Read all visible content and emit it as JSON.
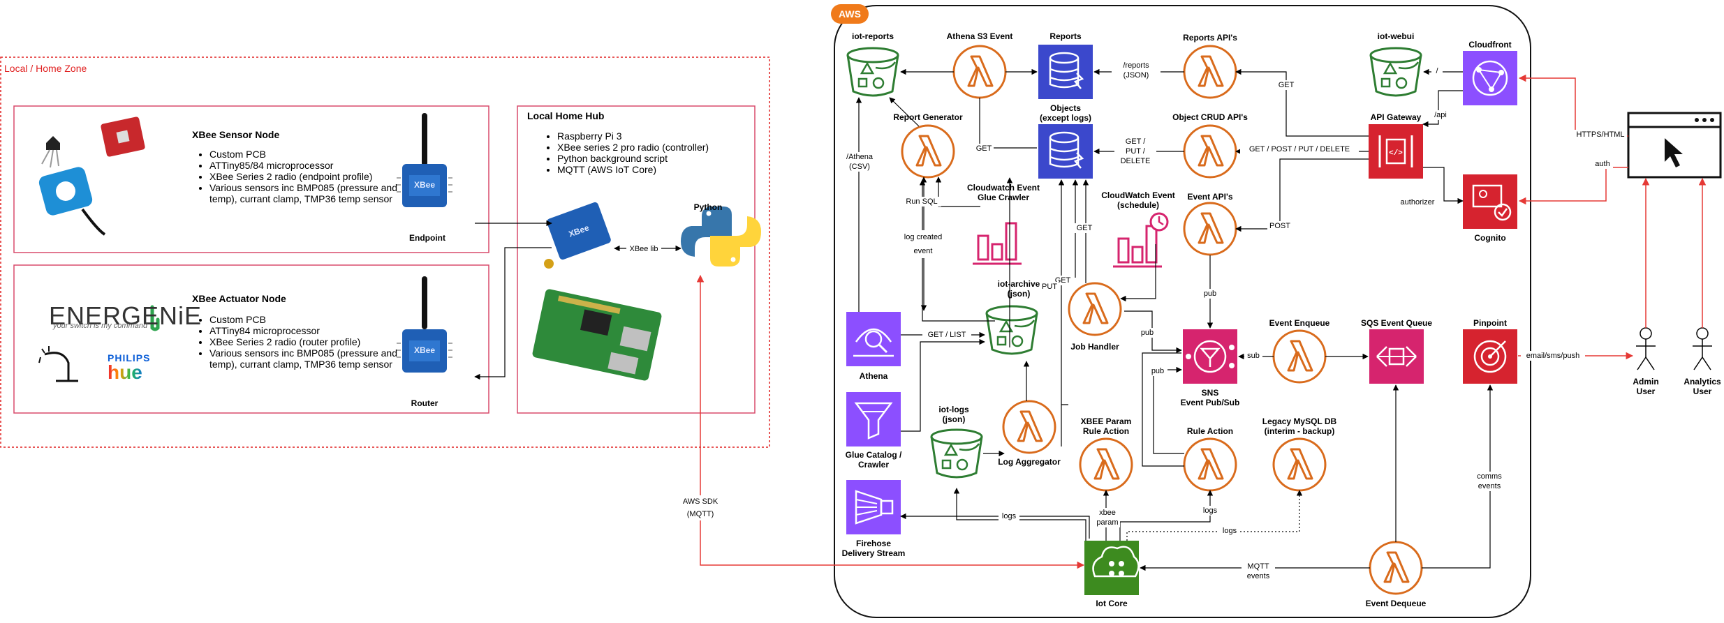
{
  "zone": {
    "title": "Local / Home Zone"
  },
  "sensor_node": {
    "title": "XBee Sensor Node",
    "bullets": [
      "Custom PCB",
      "ATTiny85/84 microprocessor",
      "XBee Series 2 radio (endpoint profile)",
      "Various sensors inc BMP085 (pressure and temp), currant clamp, TMP36 temp sensor"
    ],
    "device_label": "Endpoint"
  },
  "actuator_node": {
    "title": "XBee Actuator Node",
    "bullets": [
      "Custom PCB",
      "ATTiny84 microprocessor",
      "XBee Series 2 radio (router profile)",
      "Various sensors inc BMP085 (pressure and temp), currant clamp, TMP36 temp sensor"
    ],
    "device_label": "Router",
    "logo_energenie": "ENERGENiE",
    "logo_energenie_sub": "your switch is my command",
    "logo_philips": "PHILIPS",
    "logo_hue": "hue"
  },
  "hub": {
    "title": "Local Home Hub",
    "bullets": [
      "Raspberry Pi 3",
      "XBee series 2 pro radio (controller)",
      "Python background script",
      "MQTT (AWS IoT Core)"
    ],
    "python_label": "Python",
    "xbee_lib": "XBee lib"
  },
  "aws": {
    "badge": "AWS"
  },
  "nodes": {
    "iot_reports": "iot-reports",
    "athena_s3_event": "Athena S3 Event",
    "reports": "Reports",
    "reports_apis": "Reports API's",
    "iot_webui": "iot-webui",
    "cloudfront": "Cloudfront",
    "report_generator": "Report Generator",
    "objects": "Objects\n(except logs)",
    "object_crud_apis": "Object CRUD API's",
    "api_gateway": "API Gateway",
    "cognito": "Cognito",
    "cw_glue_crawler": "Cloudwatch Event\nGlue Crawler",
    "cw_schedule": "CloudWatch Event\n(schedule)",
    "event_apis": "Event API's",
    "iot_archive": "iot-archive\n(json)",
    "job_handler": "Job Handler",
    "athena": "Athena",
    "sns": "SNS\nEvent Pub/Sub",
    "event_enqueue": "Event Enqueue",
    "sqs": "SQS Event Queue",
    "pinpoint": "Pinpoint",
    "glue": "Glue Catalog /\nCrawler",
    "iot_logs": "iot-logs\n(json)",
    "log_aggregator": "Log Aggregator",
    "xbee_param_rule": "XBEE Param\nRule Action",
    "rule_action": "Rule Action",
    "legacy_mysql": "Legacy MySQL DB\n(interim - backup)",
    "firehose": "Firehose\nDelivery Stream",
    "iot_core": "Iot Core",
    "event_dequeue": "Event Dequeue",
    "admin_user": "Admin\nUser",
    "analytics_user": "Analytics\nUser"
  },
  "edges": {
    "reports_json": "/reports\n(JSON)",
    "get": "GET",
    "get_put_delete": "GET /\nPUT /\nDELETE",
    "get_post_put_delete": "GET / POST / PUT / DELETE",
    "slash": "/",
    "api": "/api",
    "https_html": "HTTPS/HTML",
    "auth": "auth",
    "authorizer": "authorizer",
    "post": "POST",
    "athena_csv": "/Athena\n(CSV)",
    "run_sql": "Run SQL",
    "log_created": "log created\nevent",
    "get_list": "GET / LIST",
    "get_a": "GET",
    "get_b": "GET",
    "get_c": "GET",
    "put": "PUT",
    "pub_a": "pub",
    "pub_b": "pub",
    "pub_c": "pub",
    "sub": "sub",
    "email_sms_push": "email/sms/push",
    "logs_a": "logs",
    "logs_b": "logs",
    "logs_c": "logs",
    "xbee_param": "xbee\nparam",
    "comms_events": "comms\nevents",
    "mqtt_events": "MQTT\nevents",
    "aws_sdk": "AWS SDK\n(MQTT)"
  },
  "colors": {
    "zone_border": "#e02020",
    "panel_border": "#d84a6b",
    "lambda": "#d96b1c",
    "s3": "#2e7d32",
    "db_blue": "#3b48cc",
    "purple": "#8c4fff",
    "red": "#d6232f",
    "pink": "#d6246e",
    "iot_green": "#3d8b1f",
    "arrow_red": "#e53935"
  }
}
